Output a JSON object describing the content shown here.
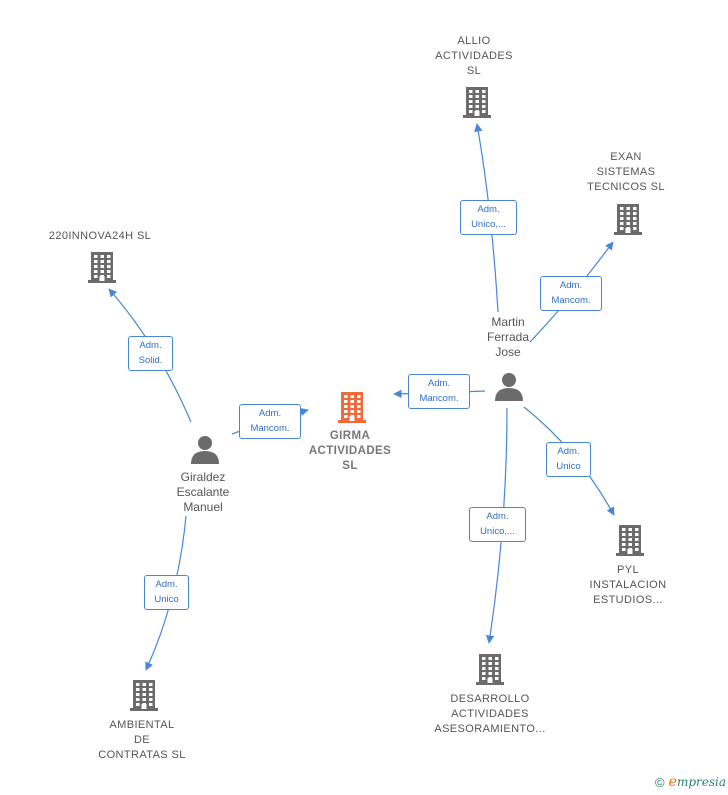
{
  "colors": {
    "company": "#6b6b6b",
    "focus": "#f06a3a",
    "person": "#6b6b6b",
    "edge": "#4a86d8"
  },
  "nodes": {
    "allio": "ALLIO\nACTIVIDADES\nSL",
    "exan": "EXAN\nSISTEMAS\nTECNICOS  SL",
    "innova": "220INNOVA24H SL",
    "girma": "GIRMA\nACTIVIDADES\nSL",
    "martin": "Martin\nFerrada\nJose",
    "giraldez": "Giraldez\nEscalante\nManuel",
    "pyl": "PYL\nINSTALACION\nESTUDIOS...",
    "desarrollo": "DESARROLLO\nACTIVIDADES\nASESORAMIENTO...",
    "ambiental": "AMBIENTAL\nDE\nCONTRATAS SL"
  },
  "edges": {
    "martin_allio": "Adm.\nUnico,...",
    "martin_exan": "Adm.\nMancom.",
    "martin_girma": "Adm.\nMancom.",
    "martin_pyl": "Adm.\nUnico",
    "martin_desarrollo": "Adm.\nUnico,...",
    "giraldez_innova": "Adm.\nSolid.",
    "giraldez_girma": "Adm.\nMancom.",
    "giraldez_ambiental": "Adm.\nUnico"
  },
  "brand": {
    "copyright": "©",
    "e": "e",
    "rest": "mpresia"
  }
}
